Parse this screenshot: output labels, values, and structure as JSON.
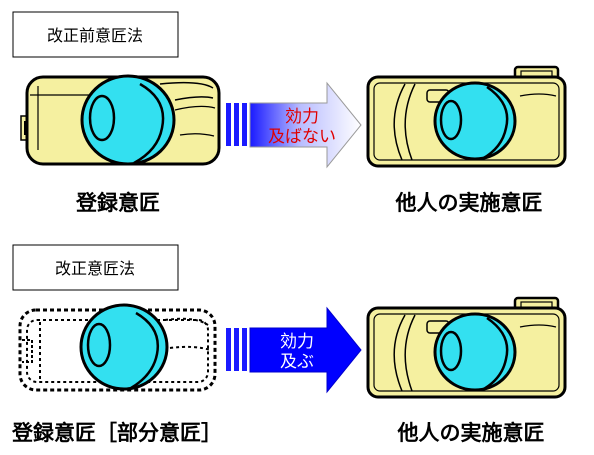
{
  "top": {
    "box_label": "改正前意匠法",
    "left_caption": "登録意匠",
    "right_caption": "他人の実施意匠",
    "arrow_text_line1": "効力",
    "arrow_text_line2": "及ばない"
  },
  "bottom": {
    "box_label": "改正意匠法",
    "left_caption": "登録意匠［部分意匠］",
    "right_caption": "他人の実施意匠",
    "arrow_text_line1": "効力",
    "arrow_text_line2": "及ぶ"
  },
  "colors": {
    "camera_body": "#f5f0a0",
    "lens": "#33e0f0",
    "top_arrow_text": "#e00000",
    "bottom_arrow_fill": "#0000ff",
    "bottom_arrow_text": "#ffffff",
    "bar": "#1a1aff"
  }
}
